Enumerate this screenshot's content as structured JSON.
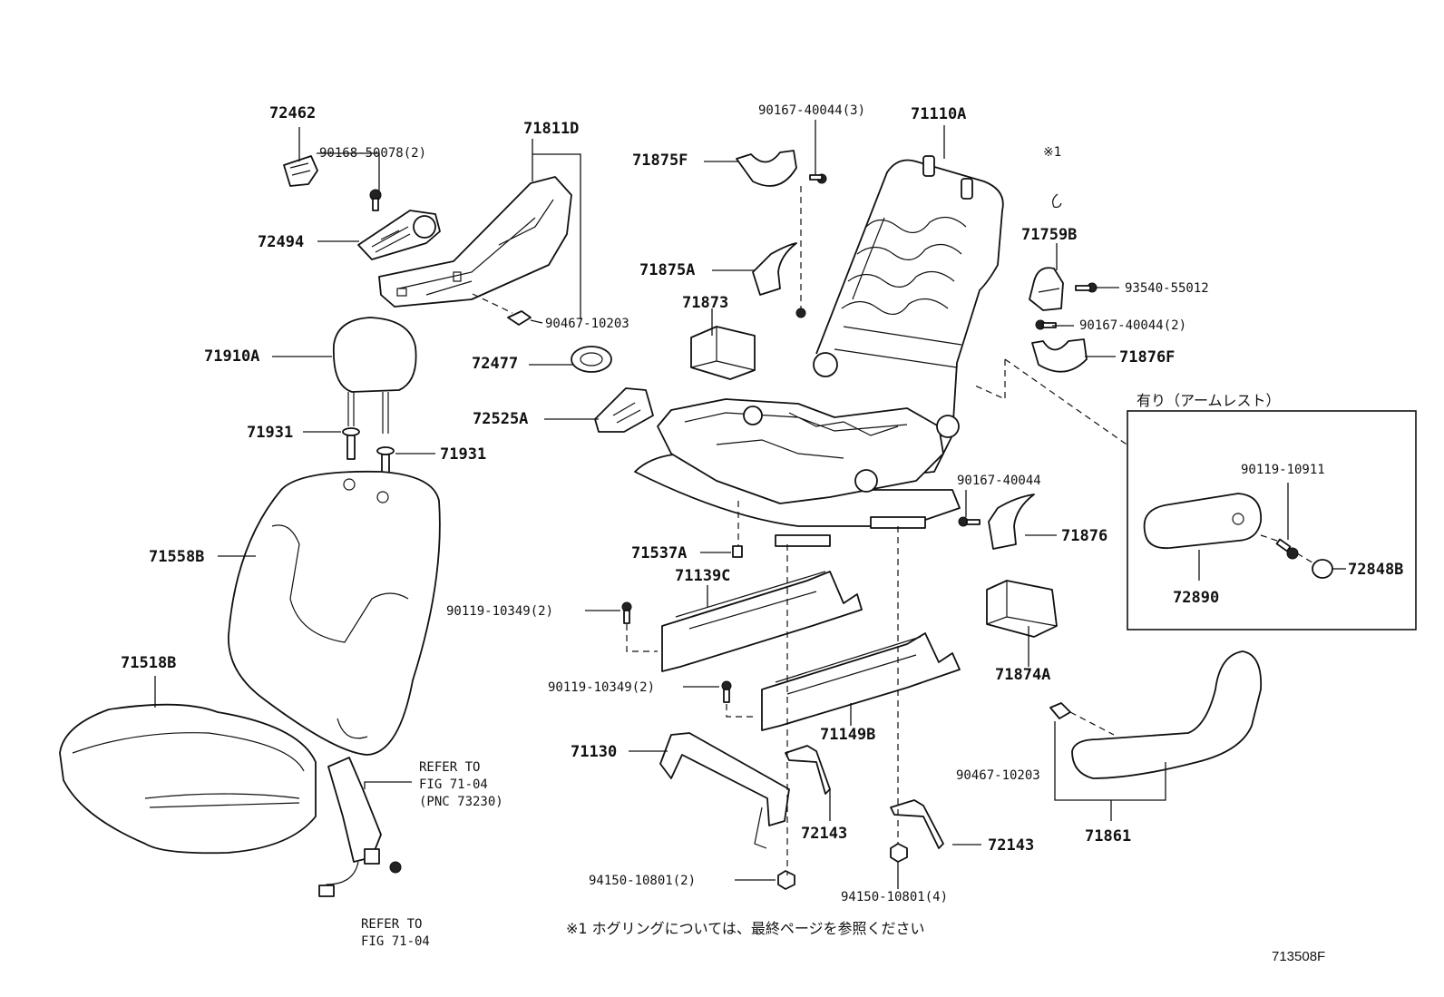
{
  "labels": {
    "p72462": "72462",
    "p90168": "90168-50078(2)",
    "p71811D": "71811D",
    "p72494": "72494",
    "p90467a": "90467-10203",
    "p71910A": "71910A",
    "p71931a": "71931",
    "p71931b": "71931",
    "p71558B": "71558B",
    "p71518B": "71518B",
    "p90167_3": "90167-40044(3)",
    "p71110A": "71110A",
    "p71875F": "71875F",
    "p71875A": "71875A",
    "p71873": "71873",
    "p72477": "72477",
    "p72525A": "72525A",
    "ring": "※1",
    "p71759B": "71759B",
    "p93540": "93540-55012",
    "p90167_2": "90167-40044(2)",
    "p71876F": "71876F",
    "p90167": "90167-40044",
    "p71876": "71876",
    "p71537A": "71537A",
    "p71139C": "71139C",
    "p90119a": "90119-10349(2)",
    "p90119b": "90119-10349(2)",
    "p71149B": "71149B",
    "p71130": "71130",
    "p72143a": "72143",
    "p72143b": "72143",
    "p94150a": "94150-10801(2)",
    "p94150b": "94150-10801(4)",
    "p71874A": "71874A",
    "p90467b": "90467-10203",
    "p71861": "71861",
    "refer1": [
      "REFER TO",
      "FIG 71-04",
      "(PNC 73230)"
    ],
    "refer2": [
      "REFER TO",
      "FIG 71-04"
    ]
  },
  "armrest_box": {
    "title": "有り（アームレスト）",
    "p90119": "90119-10911",
    "p72848B": "72848B",
    "p72890": "72890"
  },
  "footnote": "※1  ホグリングについては、最終ページを参照ください",
  "figure_code": "713508F"
}
